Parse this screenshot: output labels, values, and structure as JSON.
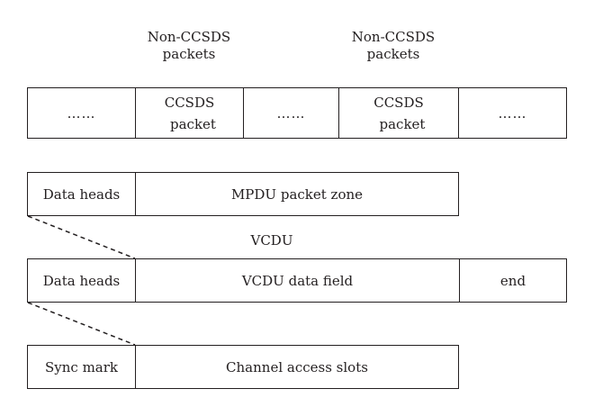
{
  "top_labels": {
    "non_ccsds_1": [
      "Non-CCSDS",
      "packets"
    ],
    "non_ccsds_2": [
      "Non-CCSDS",
      "packets"
    ]
  },
  "packet_row": {
    "cells": [
      {
        "type": "ellipsis",
        "text": "……"
      },
      {
        "type": "packet",
        "lines": [
          "CCSDS",
          "packet"
        ]
      },
      {
        "type": "ellipsis",
        "text": "……"
      },
      {
        "type": "packet",
        "lines": [
          "CCSDS",
          "packet"
        ]
      },
      {
        "type": "ellipsis",
        "text": "……"
      }
    ]
  },
  "mpdu_row": {
    "data_heads": "Data heads",
    "packet_zone": "MPDU packet zone"
  },
  "vcdu_label": "VCDU",
  "vcdu_row": {
    "data_heads": "Data heads",
    "data_field": "VCDU data field",
    "end": "end"
  },
  "channel_row": {
    "sync_mark": "Sync mark",
    "access_slots": "Channel access slots"
  },
  "colors": {
    "stroke": "#231f20",
    "background": "#ffffff"
  }
}
